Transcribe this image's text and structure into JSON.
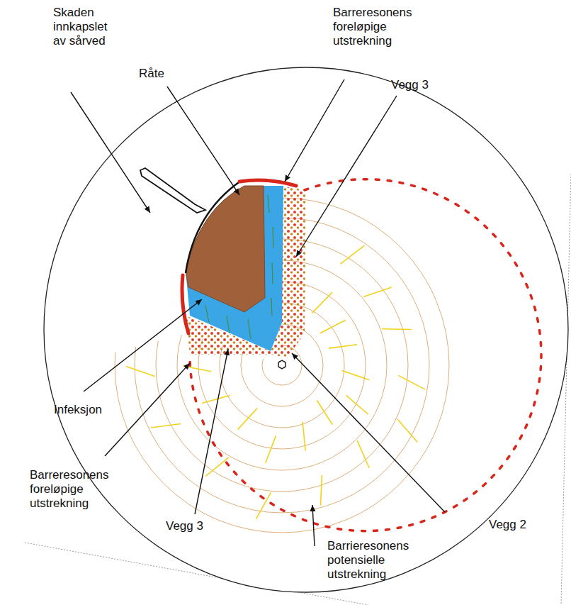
{
  "diagram": {
    "labels": [
      "Skaden innkapslet av sårved",
      "Barreresonens foreløpige utstrekning",
      "Råte",
      "Vegg 3",
      "Infeksjon",
      "Barreresonens foreløpige utstrekning",
      "Vegg 3",
      "Vegg 2",
      "Barrieresonens potensielle utstrekning"
    ]
  }
}
